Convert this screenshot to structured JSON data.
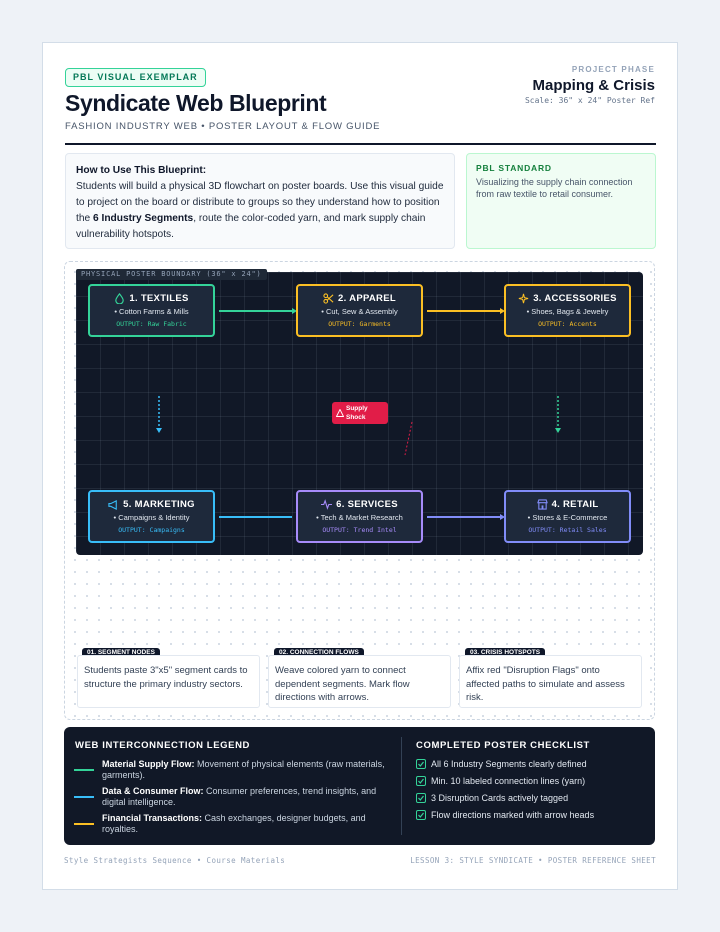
{
  "header": {
    "badge": "PBL VISUAL EXEMPLAR",
    "title": "Syndicate Web Blueprint",
    "subtitle": "FASHION INDUSTRY WEB • POSTER LAYOUT & FLOW GUIDE",
    "phase_label": "PROJECT PHASE",
    "phase_value": "Mapping & Crisis",
    "scale": "Scale: 36\" x 24\" Poster Ref"
  },
  "howto": {
    "heading": "How to Use This Blueprint:",
    "text_a": "Students will build a physical 3D flowchart on poster boards. Use this visual guide to project on the board or distribute to groups so they understand how to position the ",
    "text_bold": "6 Industry Segments",
    "text_b": ", route the color-coded yarn, and mark supply chain vulnerability hotspots."
  },
  "standard": {
    "label": "PBL STANDARD",
    "text": "Visualizing the supply chain connection from raw textile to retail consumer."
  },
  "board": {
    "tag": "PHYSICAL POSTER BOUNDARY (36\" x 24\")",
    "shock_label": "Supply Shock",
    "nodes": [
      {
        "title": "1. TEXTILES",
        "sub": "• Cotton Farms & Mills",
        "output": "OUTPUT: Raw Fabric",
        "color": "#34d399",
        "icon": "drop-icon"
      },
      {
        "title": "2. APPAREL",
        "sub": "• Cut, Sew & Assembly",
        "output": "OUTPUT: Garments",
        "color": "#fbbf24",
        "icon": "scissors-icon"
      },
      {
        "title": "3. ACCESSORIES",
        "sub": "• Shoes, Bags & Jewelry",
        "output": "OUTPUT: Accents",
        "color": "#fbbf24",
        "icon": "sparkle-icon"
      },
      {
        "title": "5. MARKETING",
        "sub": "• Campaigns & Identity",
        "output": "OUTPUT: Campaigns",
        "color": "#38bdf8",
        "icon": "megaphone-icon"
      },
      {
        "title": "6. SERVICES",
        "sub": "• Tech & Market Research",
        "output": "OUTPUT: Trend Intel",
        "color": "#a78bfa",
        "icon": "pulse-icon"
      },
      {
        "title": "4. RETAIL",
        "sub": "• Stores & E-Commerce",
        "output": "OUTPUT: Retail Sales",
        "color": "#818cf8",
        "icon": "store-icon"
      }
    ]
  },
  "cards": [
    {
      "tag": "01. SEGMENT NODES",
      "text": "Students paste 3\"x5\" segment cards to structure the primary industry sectors."
    },
    {
      "tag": "02. CONNECTION FLOWS",
      "text": "Weave colored yarn to connect dependent segments. Mark flow directions with arrows."
    },
    {
      "tag": "03. CRISIS HOTSPOTS",
      "text": "Affix red \"Disruption Flags\" onto affected paths to simulate and assess risk."
    }
  ],
  "legend": {
    "heading": "WEB INTERCONNECTION LEGEND",
    "items": [
      {
        "label": "Material Supply Flow:",
        "text": " Movement of physical elements (raw materials, garments).",
        "color": "#34d399"
      },
      {
        "label": "Data & Consumer Flow:",
        "text": " Consumer preferences, trend insights, and digital intelligence.",
        "color": "#38bdf8"
      },
      {
        "label": "Financial Transactions:",
        "text": " Cash exchanges, designer budgets, and royalties.",
        "color": "#fbbf24"
      }
    ]
  },
  "checklist": {
    "heading": "COMPLETED POSTER CHECKLIST",
    "items": [
      "All 6 Industry Segments clearly defined",
      "Min. 10 labeled connection lines (yarn)",
      "3 Disruption Cards actively tagged",
      "Flow directions marked with arrow heads"
    ]
  },
  "footer": {
    "left": "Style Strategists Sequence • Course Materials",
    "right": "LESSON 3: STYLE SYNDICATE • POSTER REFERENCE SHEET"
  }
}
